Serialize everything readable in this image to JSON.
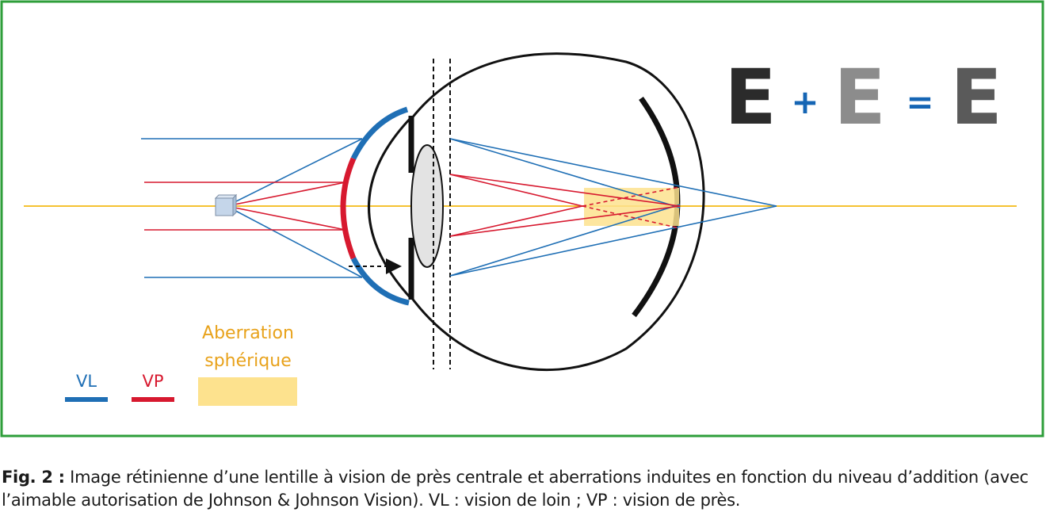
{
  "figure": {
    "colors": {
      "frame": "#2e9e3a",
      "far_vision": "#1f6fb5",
      "near_vision": "#d7192f",
      "optical_axis": "#f5c232",
      "aberration_fill": "#fde28e",
      "aberration_text": "#e8a21b",
      "e1": "#2b2b2b",
      "e2": "#8c8c8c",
      "e3": "#5a5a5a",
      "operator": "#1565b4"
    },
    "equation": {
      "term1": "E",
      "plus": "+",
      "term2": "E",
      "equals": "=",
      "result": "E"
    },
    "legend": {
      "vl_label": "VL",
      "vp_label": "VP",
      "aberration_line1": "Aberration",
      "aberration_line2": "sphérique"
    }
  },
  "caption": {
    "label": "Fig. 2 :",
    "text": " Image rétinienne d’une lentille à vision de près centrale et aberrations induites en fonction du niveau d’addition (avec l’aimable autorisation de Johnson & Johnson Vision). VL : vision de loin ; VP : vision de près."
  }
}
